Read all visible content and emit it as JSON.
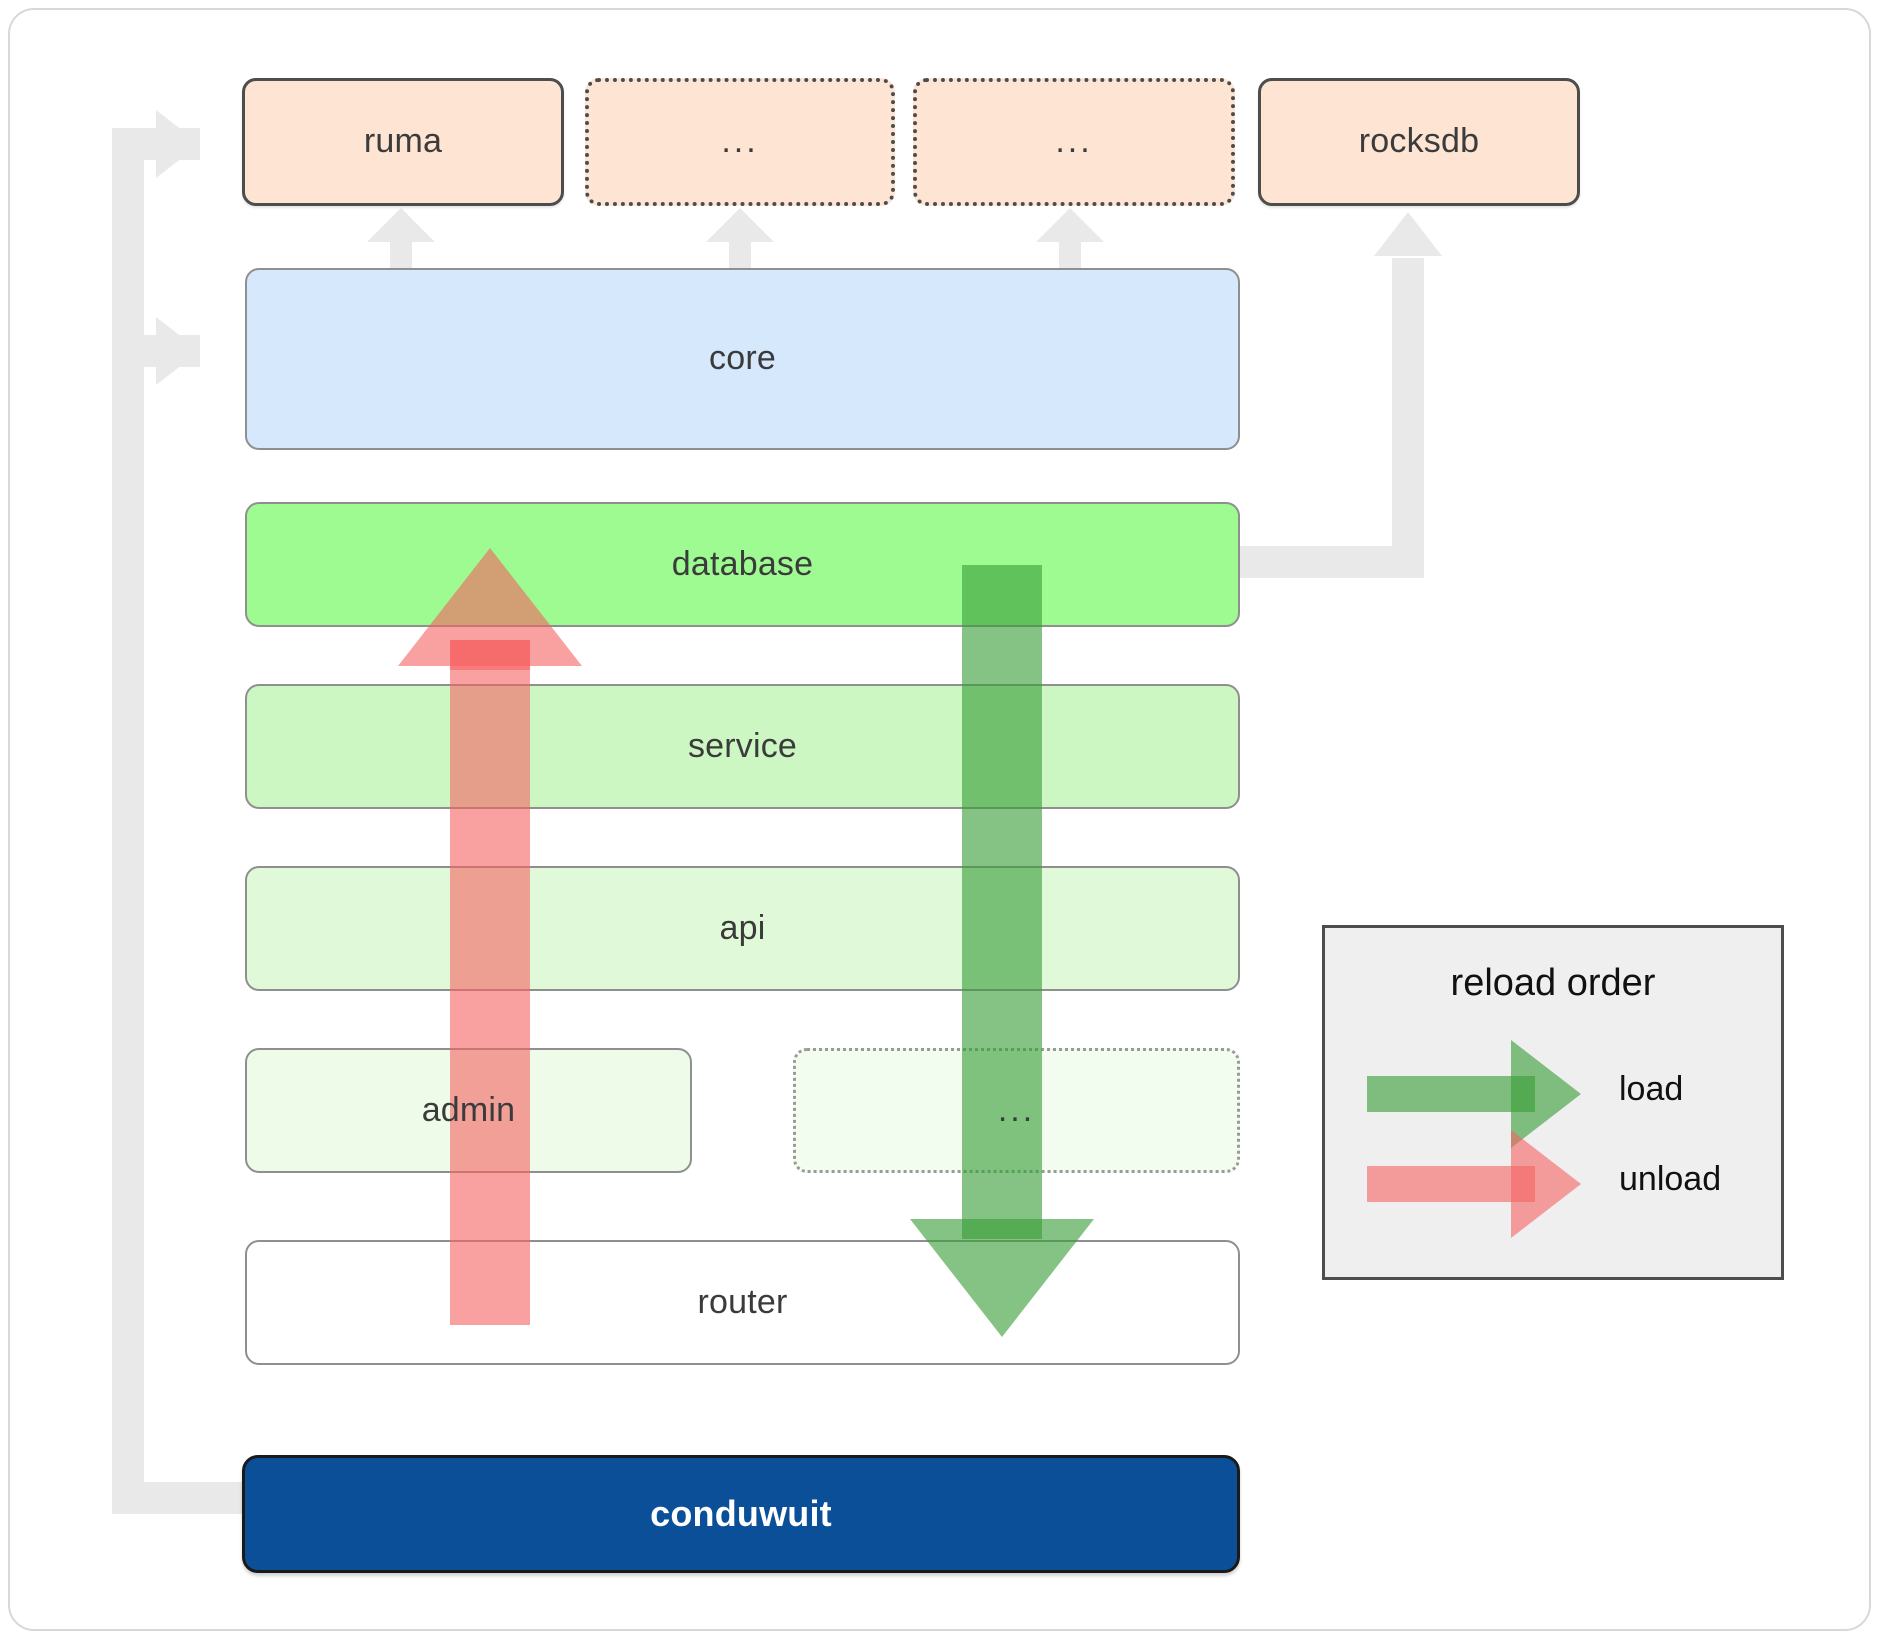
{
  "diagram": {
    "title": "conduwuit crate / reload order diagram",
    "dependencies": [
      {
        "id": "ruma",
        "label": "ruma",
        "style": "solid"
      },
      {
        "id": "dep2",
        "label": "...",
        "style": "dotted"
      },
      {
        "id": "dep3",
        "label": "...",
        "style": "dotted"
      },
      {
        "id": "rocksdb",
        "label": "rocksdb",
        "style": "solid"
      }
    ],
    "layers": [
      {
        "id": "core",
        "label": "core",
        "color": "#d6e8fb",
        "style": "solid"
      },
      {
        "id": "database",
        "label": "database",
        "color": "#9dfb91",
        "style": "solid"
      },
      {
        "id": "service",
        "label": "service",
        "color": "#ccf7c3",
        "style": "solid"
      },
      {
        "id": "api",
        "label": "api",
        "color": "#e0fad9",
        "style": "solid"
      },
      {
        "id": "admin",
        "label": "admin",
        "color": "#eefbe9",
        "style": "solid"
      },
      {
        "id": "more",
        "label": "...",
        "color": "#f2fdef",
        "style": "dotted"
      },
      {
        "id": "router",
        "label": "router",
        "color": "#ffffff",
        "style": "solid"
      }
    ],
    "app": {
      "id": "conduwuit",
      "label": "conduwuit",
      "color": "#0b4f99"
    },
    "legend": {
      "title": "reload order",
      "items": [
        {
          "id": "load",
          "label": "load",
          "color": "#399e38"
        },
        {
          "id": "unload",
          "label": "unload",
          "color": "#f56262"
        }
      ]
    },
    "colors": {
      "dependency_fill": "#fde4d3",
      "dependency_border": "#4d4d4d",
      "layer_border": "#8f8f8f",
      "connector": "#e9e9e9",
      "load": "#399e38",
      "unload": "#f56262",
      "app_fill": "#0b4f99",
      "frame_border": "#d8d8d8",
      "legend_fill": "#efefef"
    }
  }
}
